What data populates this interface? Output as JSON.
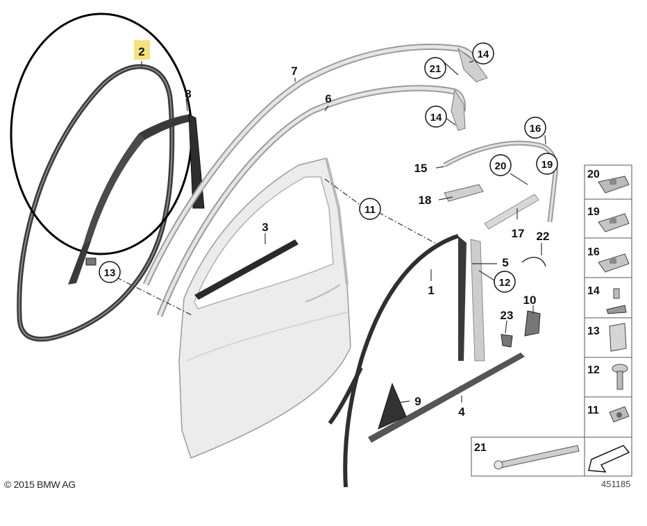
{
  "callouts": {
    "p1": "1",
    "p2": "2",
    "p3": "3",
    "p4": "4",
    "p5": "5",
    "p6": "6",
    "p7": "7",
    "p8": "8",
    "p9": "9",
    "p10": "10",
    "p11": "11",
    "p12": "12",
    "p13": "13",
    "p14a": "14",
    "p14b": "14",
    "p15": "15",
    "p16": "16",
    "p17": "17",
    "p18": "18",
    "p19": "19",
    "p20": "20",
    "p21": "21",
    "p22": "22",
    "p23": "23"
  },
  "legend": {
    "i20": "20",
    "i19": "19",
    "i16": "16",
    "i14": "14",
    "i13": "13",
    "i12": "12",
    "i11": "11",
    "i21": "21"
  },
  "footer": {
    "copyright": "© 2015 BMW AG",
    "doc_number": "451185"
  },
  "colors": {
    "highlight": "#f5e27a",
    "line": "#222222",
    "part_fill": "#e8e8e8"
  }
}
